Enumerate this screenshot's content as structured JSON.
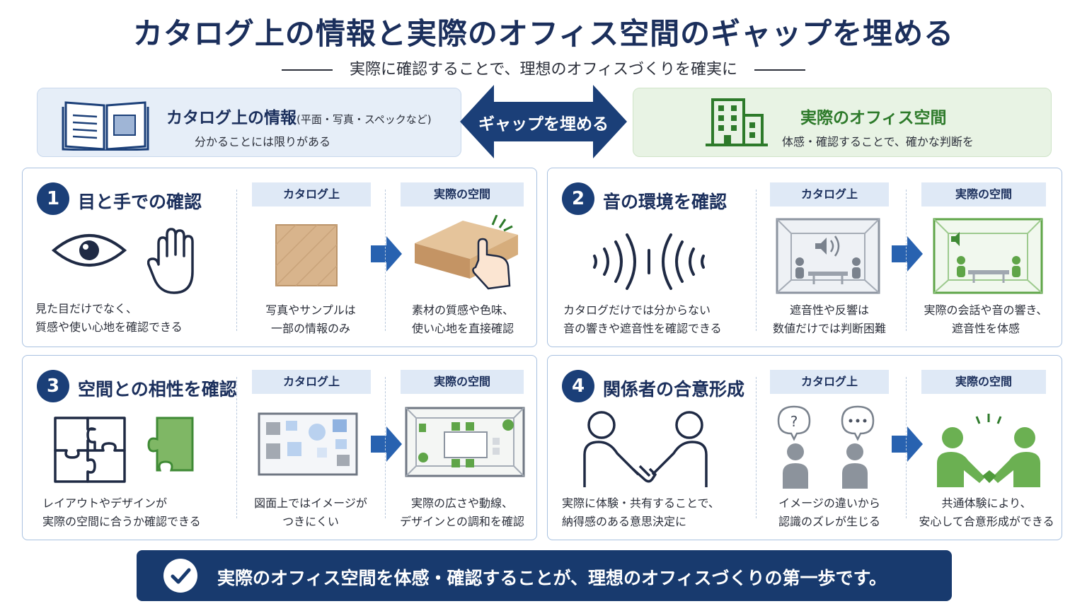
{
  "header": {
    "title": "カタログ上の情報と実際のオフィス空間のギャップを埋める",
    "subtitle": "実際に確認することで、理想のオフィスづくりを確実に"
  },
  "banner_left": {
    "title": "カタログ上の情報",
    "note": "(平面・写真・スペックなど)",
    "description": "分かることには限りがある",
    "icon": "open-book-icon"
  },
  "gap_arrow": {
    "label": "ギャップを埋める"
  },
  "banner_right": {
    "title": "実際のオフィス空間",
    "description": "体感・確認することで、確かな判断を",
    "icon": "office-building-icon"
  },
  "labels": {
    "catalog": "カタログ上",
    "actual": "実際の空間"
  },
  "panels": [
    {
      "number": "1",
      "title": "目と手での確認",
      "description_lines": [
        "見た目だけでなく、",
        "質感や使い心地を確認できる"
      ],
      "catalog_lines": [
        "写真やサンプルは",
        "一部の情報のみ"
      ],
      "actual_lines": [
        "素材の質感や色味、",
        "使い心地を直接確認"
      ],
      "icons": [
        "eye-icon",
        "hand-icon",
        "wood-sample-icon",
        "touch-wood-icon"
      ]
    },
    {
      "number": "2",
      "title": "音の環境を確認",
      "description_lines": [
        "カタログだけでは分からない",
        "音の響きや遮音性を確認できる"
      ],
      "catalog_lines": [
        "遮音性や反響は",
        "数値だけでは判断困難"
      ],
      "actual_lines": [
        "実際の会話や音の響き、",
        "遮音性を体感"
      ],
      "icons": [
        "sound-wave-icon",
        "meeting-room-gray-icon",
        "meeting-room-green-icon"
      ]
    },
    {
      "number": "3",
      "title": "空間との相性を確認",
      "description_lines": [
        "レイアウトやデザインが",
        "実際の空間に合うか確認できる"
      ],
      "catalog_lines": [
        "図面上ではイメージが",
        "つきにくい"
      ],
      "actual_lines": [
        "実際の広さや動線、",
        "デザインとの調和を確認"
      ],
      "icons": [
        "puzzle-icon",
        "floor-plan-icon",
        "room-layout-icon"
      ]
    },
    {
      "number": "4",
      "title": "関係者の合意形成",
      "description_lines": [
        "実際に体験・共有することで、",
        "納得感のある意思決定に"
      ],
      "catalog_lines": [
        "イメージの違いから",
        "認識のズレが生じる"
      ],
      "actual_lines": [
        "共通体験により、",
        "安心して合意形成ができる"
      ],
      "icons": [
        "handshake-icon",
        "confused-people-icon",
        "agreement-icon"
      ]
    }
  ],
  "footer": {
    "text": "実際のオフィス空間を体感・確認することが、理想のオフィスづくりの第一歩です。",
    "icon": "check-icon"
  },
  "colors": {
    "navy": "#1b3f78",
    "green": "#5fa548",
    "light_blue": "#e6eef8",
    "light_green": "#e8f3e4"
  }
}
